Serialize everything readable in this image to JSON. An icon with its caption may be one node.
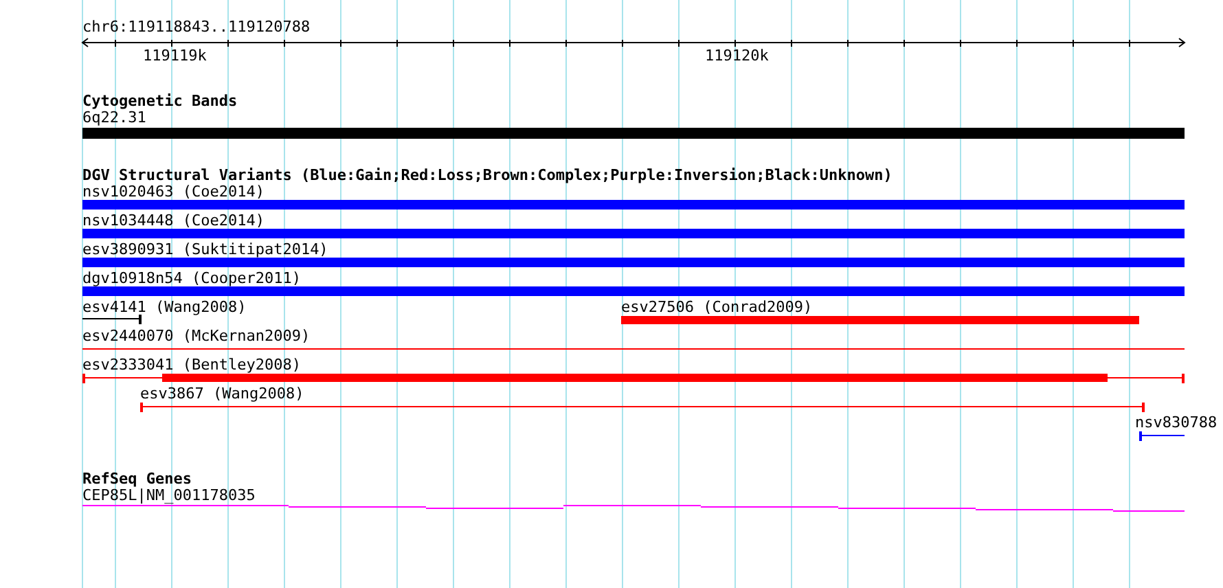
{
  "diagram": {
    "nodes": [
      {
        "text": [
          "6q22.31"
        ]
      },
      {
        "text": [
          "nsv1020463 (Coe2014)"
        ]
      },
      {
        "text": [
          "nsv1034448 (Coe2014)"
        ]
      },
      {
        "text": [
          "esv3890931 (Suktitipat2014)"
        ]
      },
      {
        "text": [
          "dgv10918n54 (Cooper2011)"
        ]
      },
      {
        "text": [
          "esv4141 (Wang2008)"
        ]
      },
      {
        "text": [
          "esv27506 (Conrad2009)"
        ]
      },
      {
        "text": [
          "esv2440070 (McKernan2009)"
        ]
      },
      {
        "text": [
          "esv2333041 (Bentley2008)"
        ]
      },
      {
        "text": [
          "esv3867 (Wang2008)"
        ]
      },
      {
        "text": [
          "nsv830788"
        ]
      },
      {
        "text": [
          "CEP85L|NM_001178035"
        ]
      }
    ],
    "edges": [],
    "labels": [
      "chr6:119118843..119120788",
      "119119k",
      "119120k",
      "Cytogenetic Bands",
      "DGV Structural Variants (Blue:Gain;Red:Loss;Brown:Complex;Purple:Inversion;Black:Unknown)",
      "RefSeq Genes"
    ]
  }
}
